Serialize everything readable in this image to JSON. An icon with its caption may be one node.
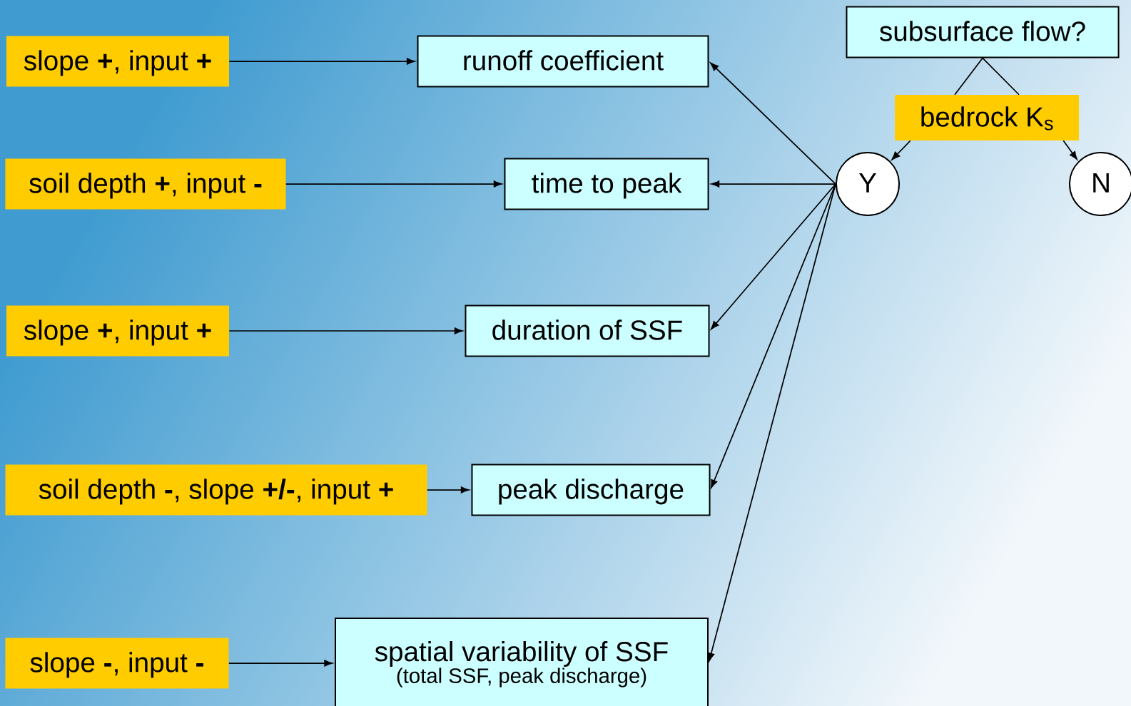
{
  "diagram": {
    "nodes": [
      {
        "text": [
          "slope **+**, input **+**"
        ]
      },
      {
        "text": [
          "runoff coefficient"
        ]
      },
      {
        "text": [
          "subsurface flow?"
        ]
      },
      {
        "text": [
          "bedrock K$_{s}$"
        ]
      },
      {
        "text": [
          "soil depth **+**, input **-**"
        ]
      },
      {
        "text": [
          "time to peak"
        ]
      },
      {
        "text": [
          "Y"
        ]
      },
      {
        "text": [
          "N"
        ]
      },
      {
        "text": [
          "slope **+**, input **+**"
        ]
      },
      {
        "text": [
          "duration of SSF"
        ]
      },
      {
        "text": [
          "soil depth **-**, slope **+/-**, input **+**"
        ]
      },
      {
        "text": [
          "peak discharge"
        ]
      },
      {
        "text": [
          "slope **-**, input **-**"
        ]
      },
      {
        "text": [
          "spatial variability of  SSF",
          "(total SSF, peak discharge)"
        ]
      }
    ],
    "edges": [
      {
        "from": 0,
        "to": 1,
        "arrow": "to"
      },
      {
        "from": 2,
        "to": 3,
        "arrow": "none"
      },
      {
        "from": 2,
        "to": 3,
        "arrow": "none"
      },
      {
        "from": 3,
        "to": 6,
        "arrow": "to"
      },
      {
        "from": 3,
        "to": 7,
        "arrow": "to"
      },
      {
        "from": 6,
        "to": 1,
        "arrow": "to"
      },
      {
        "from": 4,
        "to": 5,
        "arrow": "to"
      },
      {
        "from": 6,
        "to": 5,
        "arrow": "to"
      },
      {
        "from": 6,
        "to": 9,
        "arrow": "to"
      },
      {
        "from": 8,
        "to": 9,
        "arrow": "to"
      },
      {
        "from": 6,
        "to": 11,
        "arrow": "to"
      },
      {
        "from": 10,
        "to": 11,
        "arrow": "to"
      },
      {
        "from": 6,
        "to": 13,
        "arrow": "to"
      },
      {
        "from": 12,
        "to": 13,
        "arrow": "to"
      }
    ]
  }
}
